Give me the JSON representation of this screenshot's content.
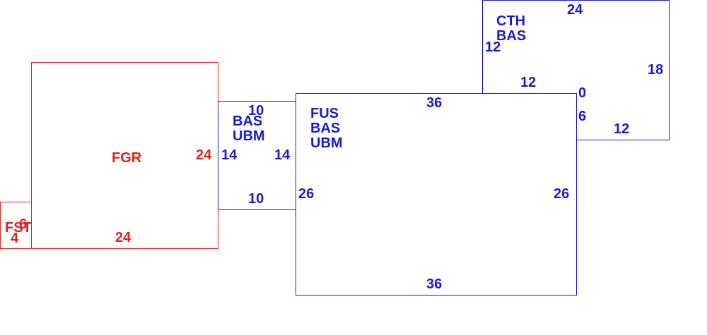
{
  "colors": {
    "red": "#e02020",
    "blue": "#1a1acc"
  },
  "rooms": {
    "fst": {
      "name": "FST",
      "color": "red",
      "dims": {
        "left": "4",
        "top": "6"
      }
    },
    "fgr": {
      "name": "FGR",
      "color": "red",
      "dims": {
        "bottom": "24",
        "right": "24"
      }
    },
    "bas_ubm": {
      "names": [
        "BAS",
        "UBM"
      ],
      "color": "blue",
      "dims": {
        "top": "10",
        "left": "14",
        "right": "14",
        "bottom": "10"
      }
    },
    "fus_bas_ubm": {
      "names": [
        "FUS",
        "BAS",
        "UBM"
      ],
      "color": "blue",
      "dims": {
        "top": "36",
        "left": "26",
        "right": "26",
        "bottom": "36"
      }
    },
    "cth_bas": {
      "names": [
        "CTH",
        "BAS"
      ],
      "color": "blue",
      "dims": {
        "top": "24",
        "left": "12",
        "right": "18",
        "bottom_left": "12",
        "bottom_right": "12",
        "notch_top": "0",
        "notch_side": "6"
      }
    }
  }
}
